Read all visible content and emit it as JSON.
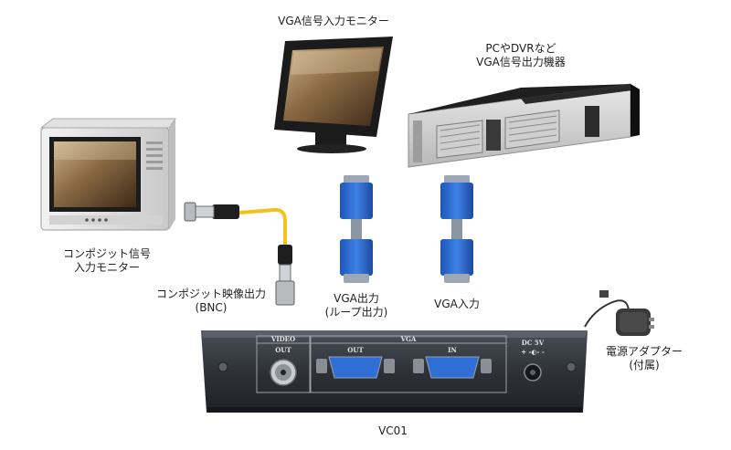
{
  "labels": {
    "vga_monitor": "VGA信号入力モニター",
    "pc_dvr_line1": "PCやDVRなど",
    "pc_dvr_line2": "VGA信号出力機器",
    "composite_monitor_line1": "コンポジット信号",
    "composite_monitor_line2": "入力モニター",
    "composite_out_line1": "コンポジット映像出力",
    "composite_out_line2": "(BNC)",
    "vga_out_line1": "VGA出力",
    "vga_out_line2": "(ループ出力)",
    "vga_in": "VGA入力",
    "adapter_line1": "電源アダプター",
    "adapter_line2": "(付属)",
    "device_name": "VC01"
  },
  "panel": {
    "video_header": "VIDEO",
    "video_out": "OUT",
    "vga_header": "VGA",
    "vga_out": "OUT",
    "vga_in": "IN",
    "dc": "DC 5V"
  },
  "colors": {
    "vga_connector": "#2f6fd6",
    "bnc_cable": "#f2c21b",
    "device_body": "#2e3238"
  }
}
